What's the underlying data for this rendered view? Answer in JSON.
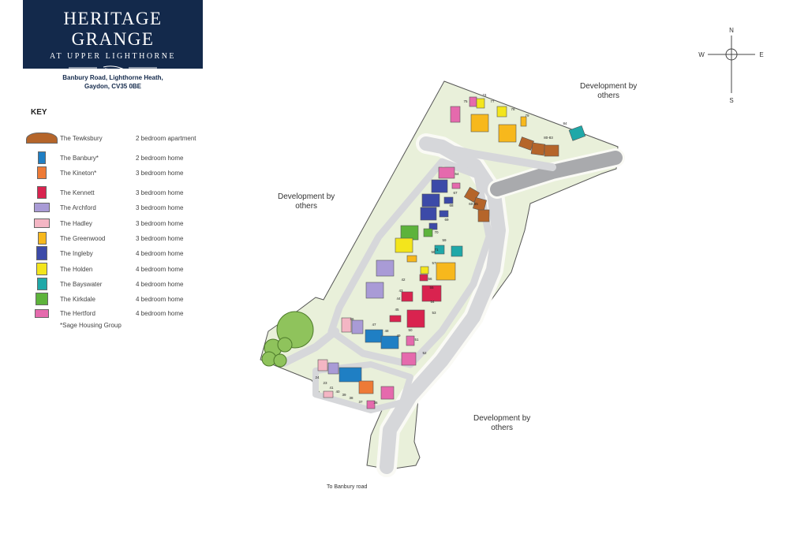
{
  "brand": {
    "title": "HERITAGE GRANGE",
    "subtitle": "AT UPPER LIGHTHORNE",
    "color": "#13294b"
  },
  "address": {
    "line1": "Banbury Road, Lighthorne Heath,",
    "line2": "Gaydon, CV35 0BE"
  },
  "key": {
    "title": "KEY",
    "items": [
      {
        "name": "The Tewksbury",
        "desc": "2 bedroom apartment",
        "color": "#b5652a"
      },
      {
        "name": "The Banbury*",
        "desc": "2 bedroom home",
        "color": "#1f7fc4"
      },
      {
        "name": "The Kineton*",
        "desc": "3 bedroom home",
        "color": "#ee7a36"
      },
      {
        "name": "The Kennett",
        "desc": "3 bedroom home",
        "color": "#d9234f"
      },
      {
        "name": "The Archford",
        "desc": "3 bedroom home",
        "color": "#a99bd6"
      },
      {
        "name": "The Hadley",
        "desc": "3 bedroom home",
        "color": "#f4b6c4"
      },
      {
        "name": "The Greenwood",
        "desc": "3 bedroom home",
        "color": "#f7b81c"
      },
      {
        "name": "The Ingleby",
        "desc": "4 bedroom home",
        "color": "#3c4aa8"
      },
      {
        "name": "The Holden",
        "desc": "4 bedroom home",
        "color": "#f3e51c"
      },
      {
        "name": "The Bayswater",
        "desc": "4 bedroom home",
        "color": "#1fa8a8"
      },
      {
        "name": "The Kirkdale",
        "desc": "4 bedroom home",
        "color": "#5db33b"
      },
      {
        "name": "The Hertford",
        "desc": "4 bedroom home",
        "color": "#e56aad"
      }
    ],
    "note": "*Sage Housing Group"
  },
  "map": {
    "labels": {
      "dev_ne": [
        "Development by",
        "others"
      ],
      "dev_w": [
        "Development by",
        "others"
      ],
      "dev_se": [
        "Development by",
        "others"
      ],
      "to_road": "To Banbury road"
    },
    "plot_numbers": [
      "75",
      "74",
      "77",
      "78",
      "79",
      "84",
      "80-83",
      "64",
      "67",
      "68",
      "69",
      "70",
      "71",
      "60-65",
      "59",
      "58",
      "57",
      "56",
      "55",
      "54",
      "53",
      "42",
      "43",
      "44",
      "45",
      "46",
      "47",
      "48",
      "49",
      "50",
      "51",
      "52",
      "24",
      "23",
      "41",
      "40",
      "39",
      "38",
      "37",
      "36"
    ],
    "compass": {
      "n": "N",
      "s": "S",
      "e": "E",
      "w": "W"
    }
  }
}
